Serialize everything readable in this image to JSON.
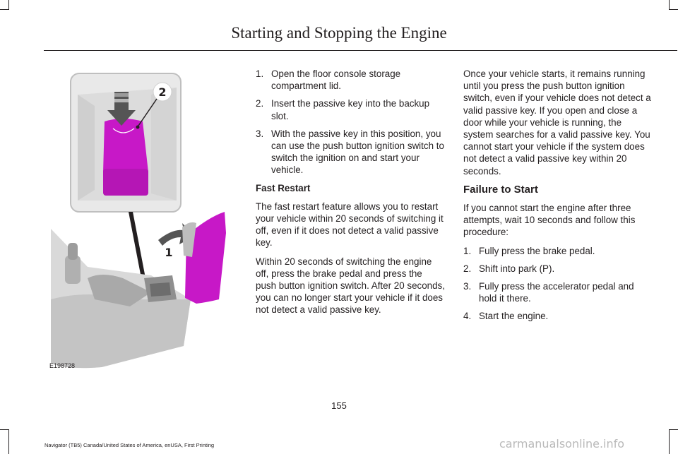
{
  "header": {
    "title": "Starting and Stopping the Engine"
  },
  "figure": {
    "code": "E198728",
    "callouts": [
      "2",
      "1"
    ]
  },
  "column1": {
    "steps": [
      {
        "num": "1.",
        "text": "Open the floor console storage compartment lid."
      },
      {
        "num": "2.",
        "text": "Insert the passive key into the backup slot."
      },
      {
        "num": "3.",
        "text": "With the passive key in this position, you can use the push button ignition switch to switch the ignition on and start your vehicle."
      }
    ],
    "fast_restart_heading": "Fast Restart",
    "fast_restart_p1": "The fast restart feature allows you to restart your vehicle within 20 seconds of switching it off, even if it does not detect a valid passive key.",
    "fast_restart_p2": "Within 20 seconds of switching the engine off, press the brake pedal and press the push button ignition switch. After 20 seconds, you can no longer start your vehicle if it does not detect a valid passive key."
  },
  "column2": {
    "intro": "Once your vehicle starts, it remains running until you press the push button ignition switch, even if your vehicle does not detect a valid passive key. If you open and close a door while your vehicle is running, the system searches for a valid passive key. You cannot start your vehicle if the system does not detect a valid passive key within 20 seconds.",
    "failure_heading": "Failure to Start",
    "failure_intro": "If you cannot start the engine after three attempts, wait 10 seconds and follow this procedure:",
    "steps": [
      {
        "num": "1.",
        "text": "Fully press the brake pedal."
      },
      {
        "num": "2.",
        "text": "Shift into park (P)."
      },
      {
        "num": "3.",
        "text": "Fully press the accelerator pedal and hold it there."
      },
      {
        "num": "4.",
        "text": "Start the engine."
      }
    ]
  },
  "page_number": "155",
  "footer_text": "Navigator (TB5) Canada/United States of America, enUSA, First Printing",
  "watermark": "carmanualsonline.info",
  "colors": {
    "magenta": "#c718c7",
    "text": "#231f20"
  }
}
